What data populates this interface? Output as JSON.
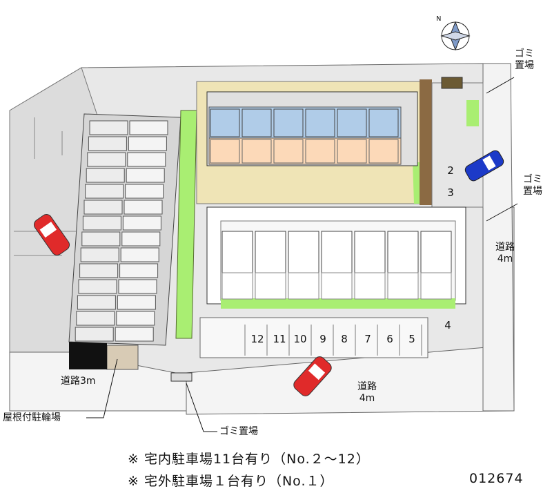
{
  "compass": {
    "north_label": "N"
  },
  "labels": {
    "garbage_top_right": "ゴミ\n置場",
    "garbage_mid_right": "ゴミ\n置場",
    "road_right": "道路\n4m",
    "road_left": "道路3m",
    "road_bottom": "道路\n4m",
    "bicycle_parking": "屋根付駐輪場",
    "garbage_bottom": "ゴミ置場"
  },
  "parking_slots": [
    "12",
    "11",
    "10",
    "9",
    "8",
    "7",
    "6",
    "5"
  ],
  "parking_slots_side": [
    "2",
    "3",
    "4"
  ],
  "notes": [
    "※ 宅内駐車場11台有り（No.２〜12）",
    "※ 宅外駐車場１台有り（No.１）"
  ],
  "property_code": "012674",
  "colors": {
    "ground": "#e3e3e3",
    "road": "#f4f4f4",
    "building_top": "#b0cce8",
    "building_bottom": "#fcd9b8",
    "lawn": "#a9ee72",
    "yard": "#efe4b6",
    "hedge": "#8b6a43",
    "car_red": "#e02a2a",
    "car_blue": "#1c3ac8"
  }
}
